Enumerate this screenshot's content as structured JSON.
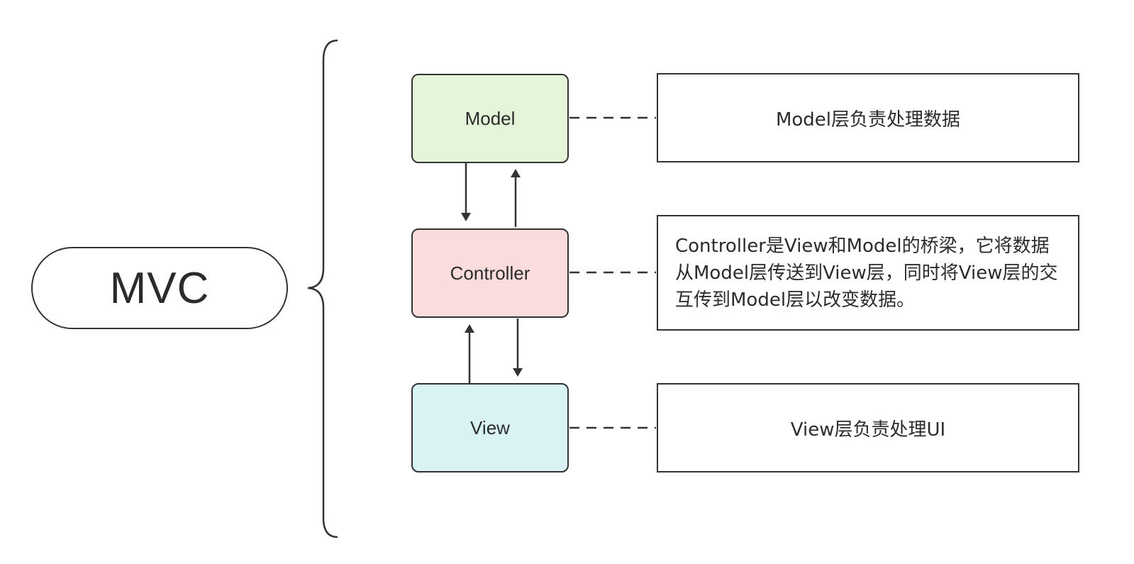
{
  "root": {
    "label": "MVC"
  },
  "layers": [
    {
      "id": "model",
      "label": "Model",
      "fill": "#e5f5d9",
      "description": "Model层负责处理数据"
    },
    {
      "id": "controller",
      "label": "Controller",
      "fill": "#fadcdc",
      "description": "Controller是View和Model的桥梁，它将数据从Model层传送到View层，同时将View层的交互传到Model层以改变数据。"
    },
    {
      "id": "view",
      "label": "View",
      "fill": "#d9f2f3",
      "description": "View层负责处理UI"
    }
  ],
  "colors": {
    "stroke": "#333333",
    "text": "#2b2b2b",
    "background": "#ffffff"
  }
}
